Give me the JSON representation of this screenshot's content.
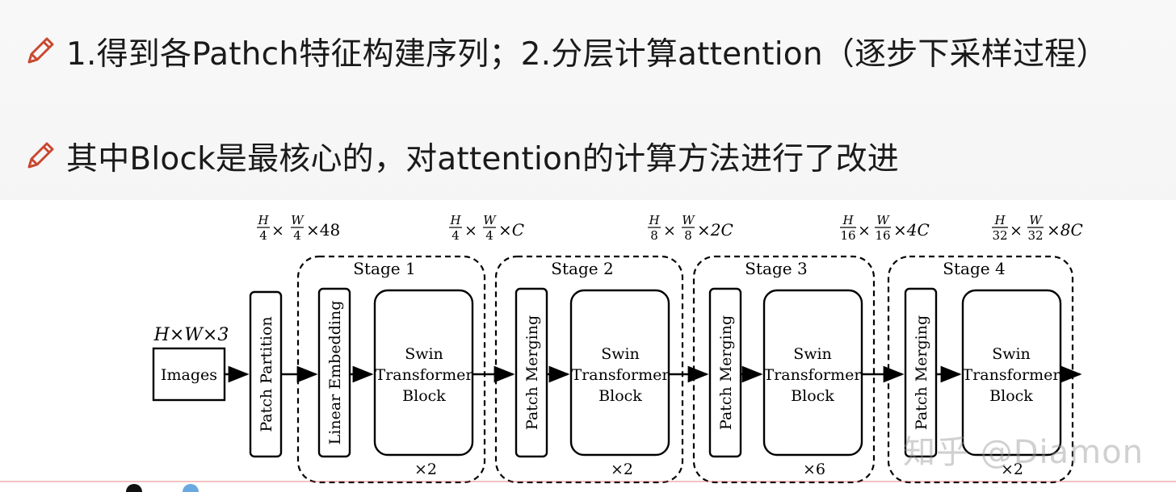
{
  "bullets": [
    {
      "icon": "pencil-icon",
      "text": "1.得到各Pathch特征构建序列；2.分层计算attention（逐步下采样过程）"
    },
    {
      "icon": "pencil-icon",
      "text": "其中Block是最核心的，对attention的计算方法进行了改进"
    }
  ],
  "diagram": {
    "input_dim": "H×W×3",
    "input_label": "Images",
    "patch_partition": "Patch Partition",
    "linear_embedding": "Linear Embedding",
    "patch_merging": "Patch Merging",
    "swin_lines": [
      "Swin",
      "Transformer",
      "Block"
    ],
    "stages": [
      {
        "name": "Stage 1",
        "repeat": "×2"
      },
      {
        "name": "Stage 2",
        "repeat": "×2"
      },
      {
        "name": "Stage 3",
        "repeat": "×6"
      },
      {
        "name": "Stage 4",
        "repeat": "×2"
      }
    ],
    "dims": [
      {
        "h_den": "4",
        "w_den": "4",
        "tail": "×48"
      },
      {
        "h_den": "4",
        "w_den": "4",
        "tail": "×C"
      },
      {
        "h_den": "8",
        "w_den": "8",
        "tail": "×2C"
      },
      {
        "h_den": "16",
        "w_den": "16",
        "tail": "×4C"
      },
      {
        "h_den": "32",
        "w_den": "32",
        "tail": "×8C"
      }
    ],
    "frac_h": "H",
    "frac_w": "W",
    "times": "×"
  },
  "watermark": "知乎 @Diamon",
  "colors": {
    "icon": "#c9482f",
    "text": "#1a1a1a",
    "watermark": "#9a9a9a"
  }
}
